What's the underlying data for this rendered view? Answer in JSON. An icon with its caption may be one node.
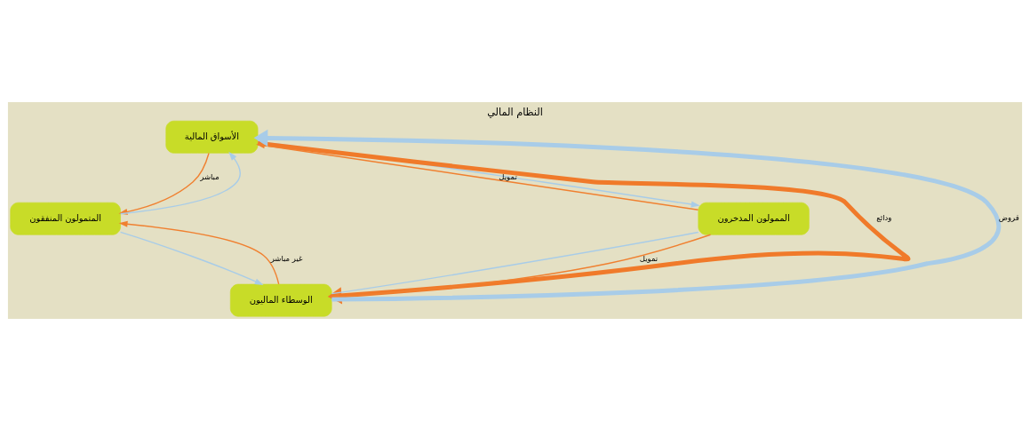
{
  "diagram": {
    "title": "النظام المالي",
    "nodes": [
      {
        "text": [
          "الأسواق المالية"
        ]
      },
      {
        "text": [
          "المتمولون المنفقون"
        ]
      },
      {
        "text": [
          "الممولون المدخرون"
        ]
      },
      {
        "text": [
          "الوسطاء الماليون"
        ]
      }
    ],
    "edges": [
      {
        "from": 2,
        "to": 0,
        "arrow": "to",
        "label": "تمويل",
        "color": "#f08030"
      },
      {
        "from": 0,
        "to": 1,
        "arrow": "to",
        "label": "مباشر",
        "color": "#f08030"
      },
      {
        "from": 2,
        "to": 3,
        "arrow": "to",
        "label": "تمويل",
        "color": "#f08030"
      },
      {
        "from": 3,
        "to": 1,
        "arrow": "to",
        "label": "غير مباشر",
        "color": "#f08030"
      },
      {
        "from": 3,
        "to": 0,
        "arrow": "to",
        "label": "قروض",
        "style": "thick",
        "color": "#a8cce8"
      },
      {
        "from": 0,
        "to": 3,
        "arrow": "to",
        "label": "ودائع",
        "style": "thick",
        "color": "#f07a2a"
      },
      {
        "from": 1,
        "to": 0,
        "arrow": "to",
        "color": "#a8cce8"
      },
      {
        "from": 0,
        "to": 2,
        "arrow": "to",
        "color": "#a8cce8"
      },
      {
        "from": 1,
        "to": 3,
        "arrow": "to",
        "color": "#a8cce8"
      },
      {
        "from": 3,
        "to": 2,
        "arrow": "none",
        "color": "#a8cce8"
      }
    ]
  }
}
